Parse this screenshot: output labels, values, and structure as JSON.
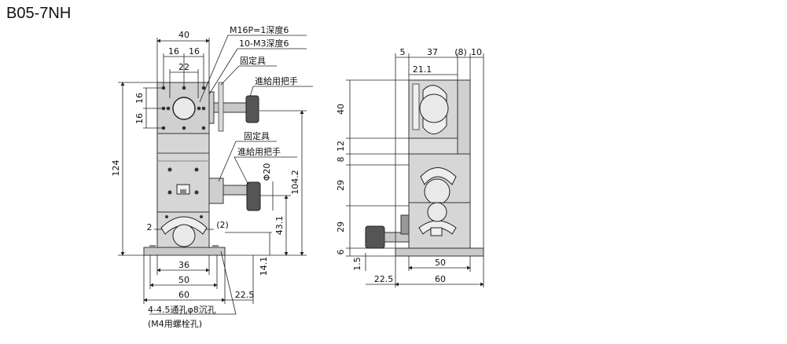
{
  "title": "B05-7NH",
  "front_view": {
    "dims": {
      "top_width": "40",
      "hole_spacing_left": "16",
      "hole_spacing_right": "16",
      "center_width": "22",
      "vert_upper": "16",
      "vert_lower": "16",
      "total_height": "124",
      "height_104": "104.2",
      "height_43": "43.1",
      "height_14": "14.1",
      "phi20": "Φ20",
      "offset_2": "2",
      "offset_2_paren": "(2)",
      "base_36": "36",
      "base_50": "50",
      "base_60": "60",
      "offset_22_5": "22.5"
    },
    "labels": {
      "m16": "M16P=1深度6",
      "m3": "10-M3深度6",
      "fixture_upper": "固定具",
      "feed_handle_upper": "進給用把手",
      "fixture_lower": "固定具",
      "feed_handle_lower": "進給用把手",
      "hole_note_1": "4-4.5通孔φ8沉孔",
      "hole_note_2": "(M4用螺栓孔)"
    }
  },
  "side_view": {
    "dims": {
      "top_5": "5",
      "top_37": "37",
      "top_8": "(8)",
      "top_10": "10",
      "width_21": "21.1",
      "v40": "40",
      "v12": "12",
      "v8": "8",
      "v29a": "29",
      "v29b": "29",
      "v6": "6",
      "v1_5": "1.5",
      "b50": "50",
      "b22_5": "22.5",
      "b60": "60"
    }
  }
}
